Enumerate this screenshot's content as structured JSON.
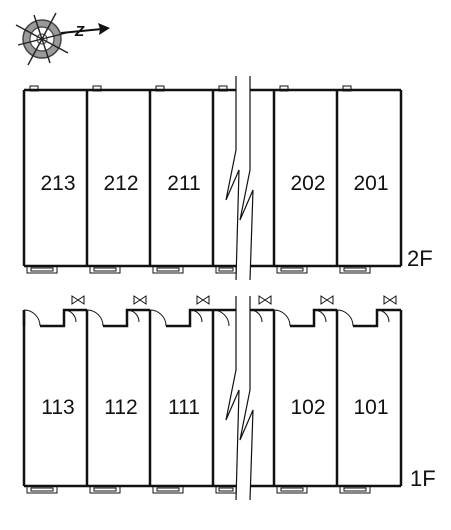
{
  "compass": {
    "north_letter": "Z",
    "icon": "compass-rose-icon"
  },
  "floors": [
    {
      "id": "2F",
      "label": "2F",
      "units": [
        "213",
        "212",
        "211",
        "",
        "202",
        "201"
      ]
    },
    {
      "id": "1F",
      "label": "1F",
      "units": [
        "113",
        "112",
        "111",
        "",
        "102",
        "101"
      ]
    }
  ],
  "colors": {
    "wall": "#111111",
    "background": "#ffffff"
  }
}
